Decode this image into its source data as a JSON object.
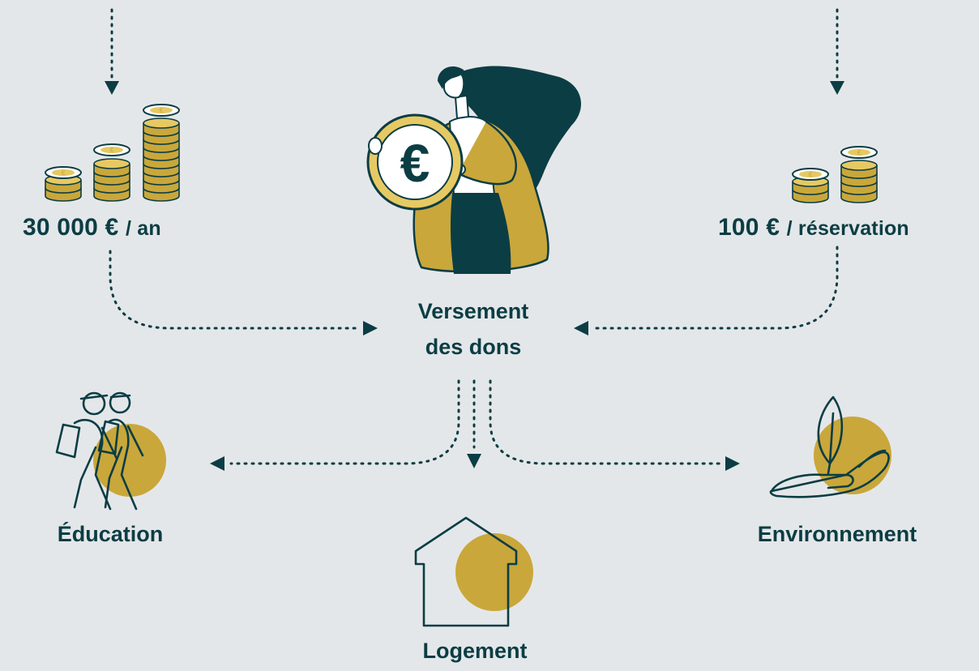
{
  "colors": {
    "background": "#e4e7e9",
    "teal": "#0b3d44",
    "gold": "#c9a73b",
    "coin_light": "#e6c963",
    "white": "#ffffff"
  },
  "sources": {
    "left": {
      "amount": "30 000 €",
      "unit": "/ an",
      "icon": "coin-stacks-icon"
    },
    "right": {
      "amount": "100 €",
      "unit": "/ réservation",
      "icon": "coin-stacks-icon"
    }
  },
  "center": {
    "illustration": "woman-holding-euro-coin",
    "line1": "Versement",
    "line2": "des dons"
  },
  "destinations": [
    {
      "label": "Éducation",
      "icon": "hikers-icon"
    },
    {
      "label": "Logement",
      "icon": "house-icon"
    },
    {
      "label": "Environnement",
      "icon": "hand-leaf-icon"
    }
  ]
}
